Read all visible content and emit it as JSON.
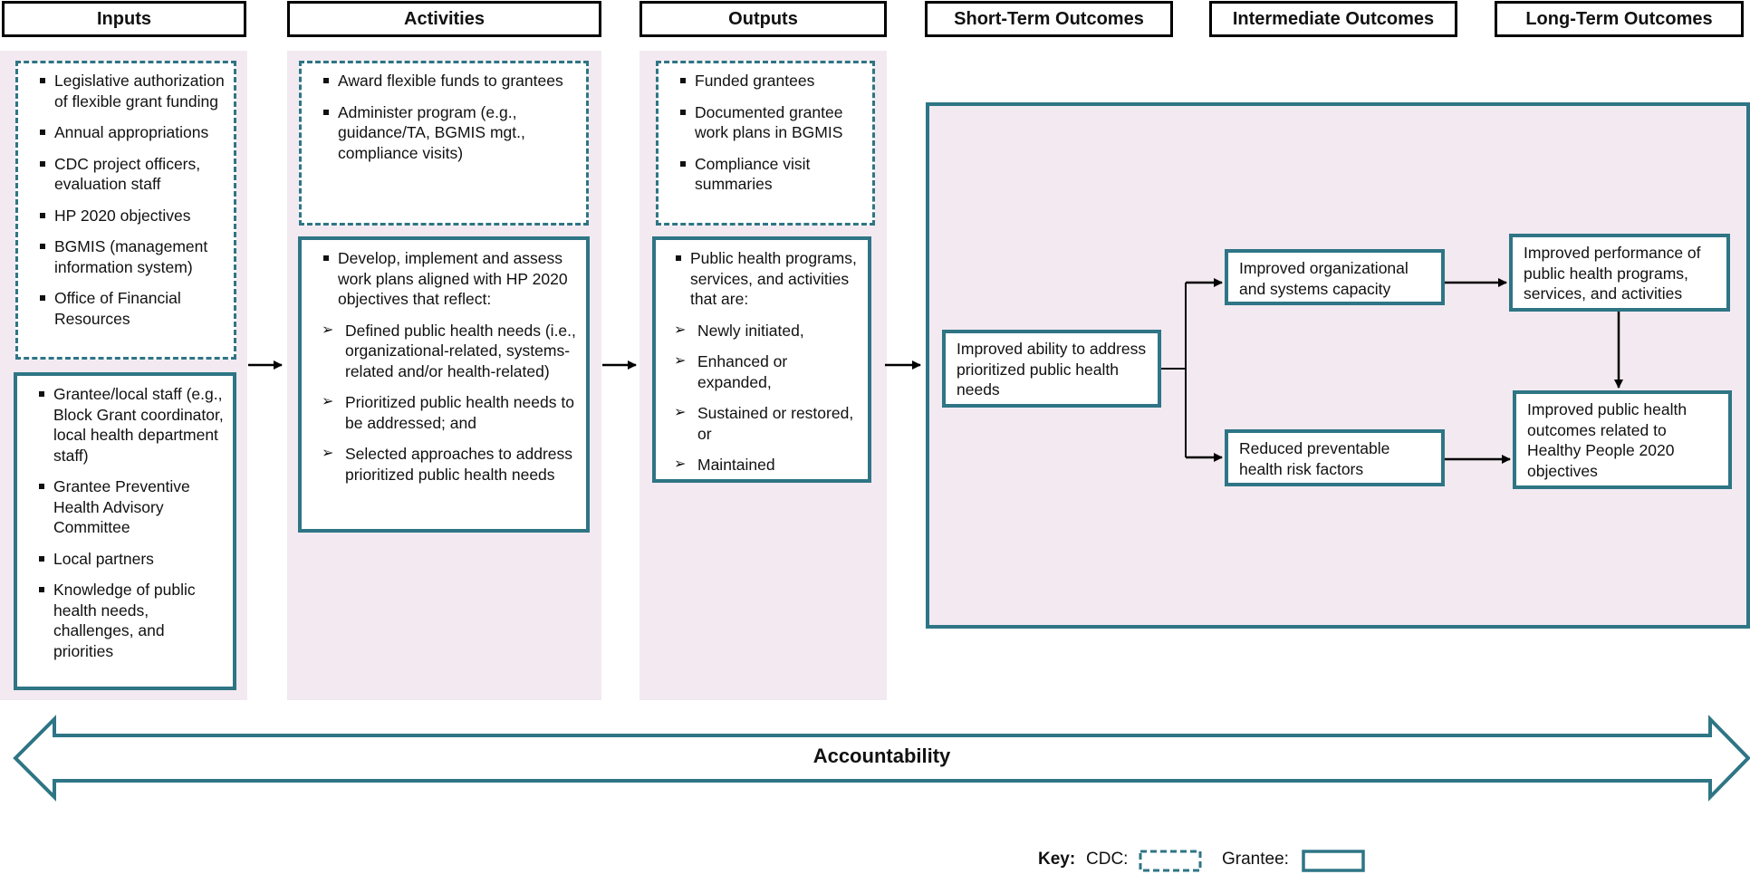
{
  "headers": {
    "inputs": "Inputs",
    "activities": "Activities",
    "outputs": "Outputs",
    "short_term": "Short-Term Outcomes",
    "intermediate": "Intermediate Outcomes",
    "long_term": "Long-Term Outcomes"
  },
  "inputs": {
    "cdc": [
      "Legislative authorization of flexible grant funding",
      "Annual appropriations",
      "CDC project officers, evaluation staff",
      "HP 2020 objectives",
      "BGMIS (management information system)",
      "Office of Financial Resources"
    ],
    "grantee": [
      "Grantee/local staff (e.g., Block Grant coordinator, local health department staff)",
      "Grantee Preventive Health Advisory Committee",
      "Local partners",
      "Knowledge of public health needs, challenges, and priorities"
    ]
  },
  "activities": {
    "cdc": [
      "Award flexible funds to grantees",
      "Administer program (e.g., guidance/TA, BGMIS mgt., compliance visits)"
    ],
    "grantee_intro": "Develop, implement and assess work plans aligned with HP 2020 objectives that reflect:",
    "grantee_sub": [
      "Defined public health needs (i.e., organizational-related, systems-related and/or health-related)",
      "Prioritized public health needs to be addressed; and",
      "Selected approaches to address prioritized public health needs"
    ]
  },
  "outputs": {
    "cdc": [
      "Funded grantees",
      "Documented grantee work plans in BGMIS",
      "Compliance visit summaries"
    ],
    "grantee_intro": "Public health programs, services, and activities that are:",
    "grantee_sub": [
      "Newly initiated,",
      "Enhanced or expanded,",
      "Sustained or restored, or",
      "Maintained"
    ]
  },
  "outcomes": {
    "short_term": "Improved ability to address prioritized public health needs",
    "intermediate_1": "Improved organizational and systems capacity",
    "intermediate_2": "Reduced preventable health risk factors",
    "long_term_1": "Improved performance of public health programs, services, and activities",
    "long_term_2": "Improved public health outcomes related to Healthy People 2020 objectives"
  },
  "accountability": "Accountability",
  "key": {
    "label": "Key:",
    "cdc": "CDC:",
    "grantee": "Grantee:"
  },
  "colors": {
    "teal": "#2e7585",
    "panel": "#f3e9f0"
  }
}
